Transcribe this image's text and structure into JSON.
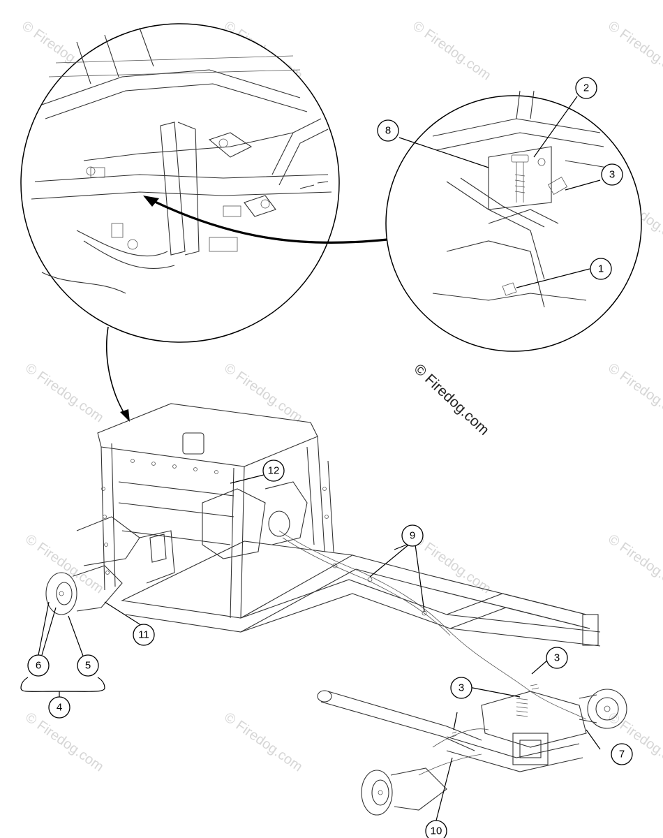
{
  "watermark": {
    "text": "© Firedog.com"
  },
  "copyright": "© Firedog.com",
  "callouts": {
    "c1": "1",
    "c2": "2",
    "c3a": "3",
    "c3b": "3",
    "c3c": "3",
    "c4": "4",
    "c5": "5",
    "c6": "6",
    "c7": "7",
    "c8": "8",
    "c9": "9",
    "c10": "10",
    "c11": "11",
    "c12": "12"
  }
}
